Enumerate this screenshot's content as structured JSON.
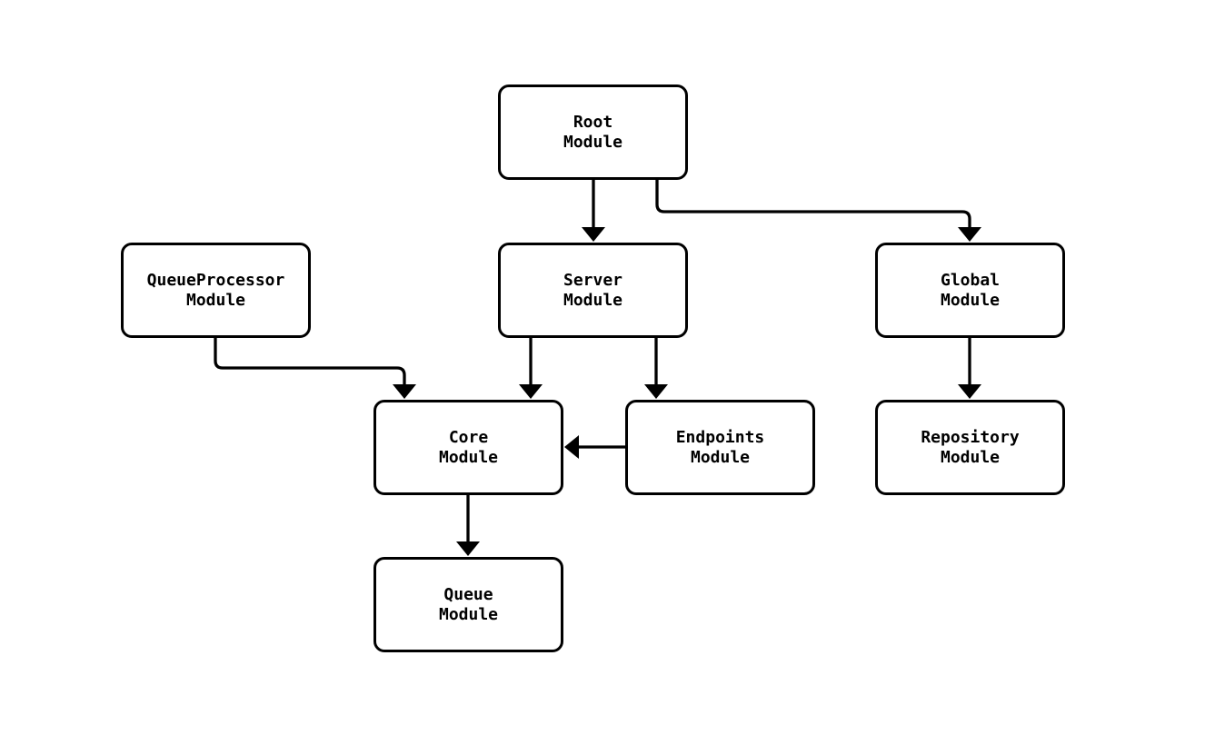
{
  "app": {
    "background_color": "#ffffff",
    "stroke_color": "#000000",
    "text_color": "#000000"
  },
  "diagram": {
    "type": "module-dependency-flowchart",
    "nodes": {
      "root": {
        "line1": "Root",
        "line2": "Module"
      },
      "queue_processor": {
        "line1": "QueueProcessor",
        "line2": "Module"
      },
      "server": {
        "line1": "Server",
        "line2": "Module"
      },
      "global": {
        "line1": "Global",
        "line2": "Module"
      },
      "core": {
        "line1": "Core",
        "line2": "Module"
      },
      "endpoints": {
        "line1": "Endpoints",
        "line2": "Module"
      },
      "repository": {
        "line1": "Repository",
        "line2": "Module"
      },
      "queue": {
        "line1": "Queue",
        "line2": "Module"
      }
    },
    "edges": [
      {
        "from": "Root Module",
        "to": "Server Module"
      },
      {
        "from": "Root Module",
        "to": "Global Module"
      },
      {
        "from": "QueueProcessor Module",
        "to": "Core Module"
      },
      {
        "from": "Server Module",
        "to": "Core Module"
      },
      {
        "from": "Server Module",
        "to": "Endpoints Module"
      },
      {
        "from": "Endpoints Module",
        "to": "Core Module"
      },
      {
        "from": "Global Module",
        "to": "Repository Module"
      },
      {
        "from": "Core Module",
        "to": "Queue Module"
      }
    ]
  }
}
